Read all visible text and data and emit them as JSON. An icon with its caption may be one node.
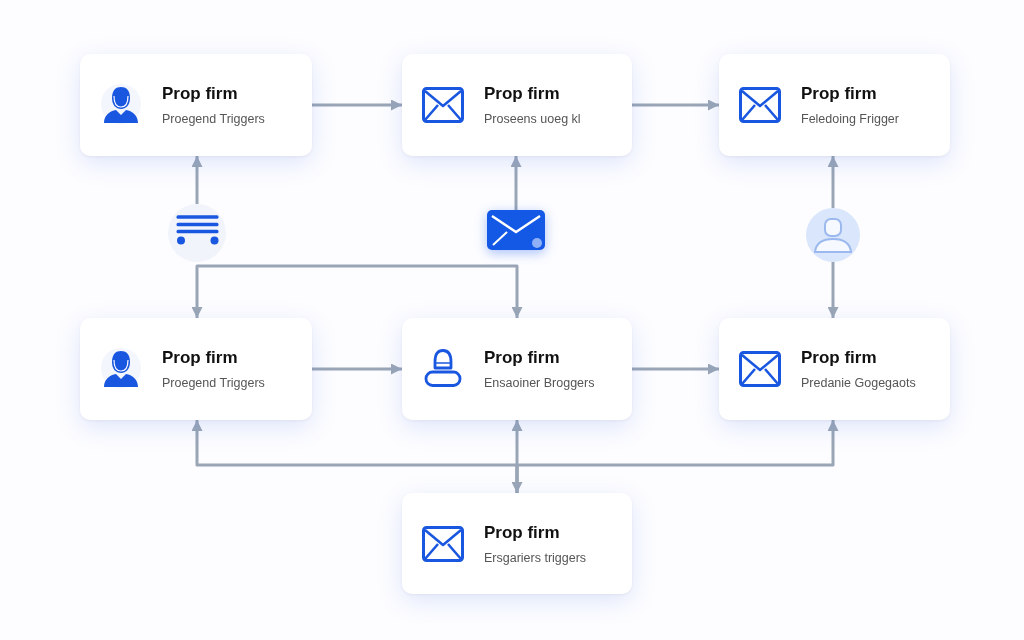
{
  "diagram": {
    "nodes": [
      {
        "text": [
          "Prop firm",
          "Proegend Triggers"
        ]
      },
      {
        "text": [
          "Prop firm",
          "Proseens uoeg kl"
        ]
      },
      {
        "text": [
          "Prop firm",
          "Feledoing Frigger"
        ]
      },
      {
        "text": [],
        "shape": "picture"
      },
      {
        "text": [],
        "shape": "picture"
      },
      {
        "text": [],
        "shape": "picture"
      },
      {
        "text": [
          "Prop firm",
          "Proegend Triggers"
        ]
      },
      {
        "text": [
          "Prop firm",
          "Ensaoiner Broggers"
        ]
      },
      {
        "text": [
          "Prop firm",
          "Predanie Gogegaots"
        ]
      },
      {
        "text": [
          "Prop firm",
          "Ersgariers triggers"
        ]
      }
    ],
    "edges": [
      {
        "from": 0,
        "to": 1,
        "arrow": "to"
      },
      {
        "from": 1,
        "to": 2,
        "arrow": "to"
      },
      {
        "from": 3,
        "to": 0,
        "arrow": "to"
      },
      {
        "from": 4,
        "to": 1,
        "arrow": "to"
      },
      {
        "from": 5,
        "to": 2,
        "arrow": "to"
      },
      {
        "from": 6,
        "to": 7,
        "arrow": "to"
      },
      {
        "from": 7,
        "to": 8,
        "arrow": "to"
      },
      {
        "from": 6,
        "to": 7,
        "arrow": "both"
      },
      {
        "from": 5,
        "to": 8,
        "arrow": "to"
      },
      {
        "from": 9,
        "to": 6,
        "arrow": "to"
      },
      {
        "from": 7,
        "to": 9,
        "arrow": "both"
      },
      {
        "from": 9,
        "to": 8,
        "arrow": "to"
      }
    ]
  }
}
